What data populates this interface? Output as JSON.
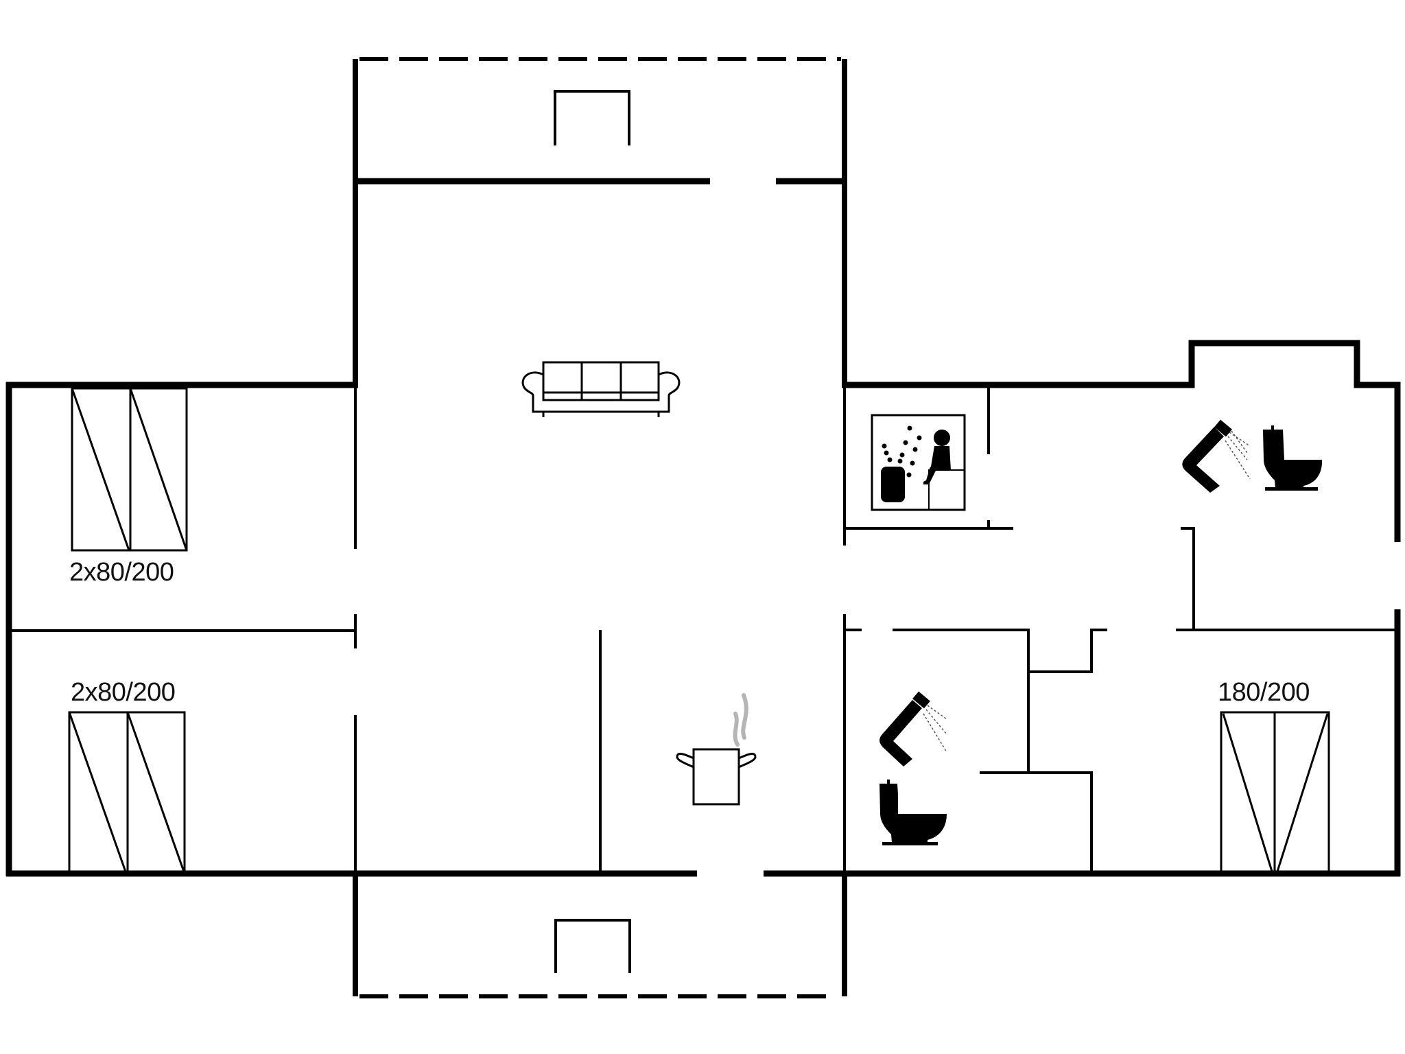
{
  "plan": {
    "type": "floor-plan",
    "wall_color": "#000000",
    "background": "#ffffff",
    "steam_color": "#b5b5b5"
  },
  "rooms": [
    {
      "name": "bedroom-1",
      "bed_label": "2x80/200"
    },
    {
      "name": "bedroom-2",
      "bed_label": "2x80/200"
    },
    {
      "name": "bedroom-3",
      "bed_label": "180/200"
    },
    {
      "name": "living-room",
      "icon": "sofa-icon"
    },
    {
      "name": "kitchen",
      "icon": "cooking-pot-icon"
    },
    {
      "name": "sauna",
      "icon": "sauna-icon"
    },
    {
      "name": "bathroom-1",
      "icons": [
        "shower-icon",
        "toilet-icon"
      ]
    },
    {
      "name": "bathroom-2",
      "icons": [
        "shower-icon",
        "toilet-icon"
      ]
    },
    {
      "name": "terrace-top",
      "icon": "door-frame-icon"
    },
    {
      "name": "terrace-bottom",
      "icon": "door-frame-icon"
    }
  ],
  "labels": {
    "bed1": "2x80/200",
    "bed2": "2x80/200",
    "bed3": "180/200"
  }
}
